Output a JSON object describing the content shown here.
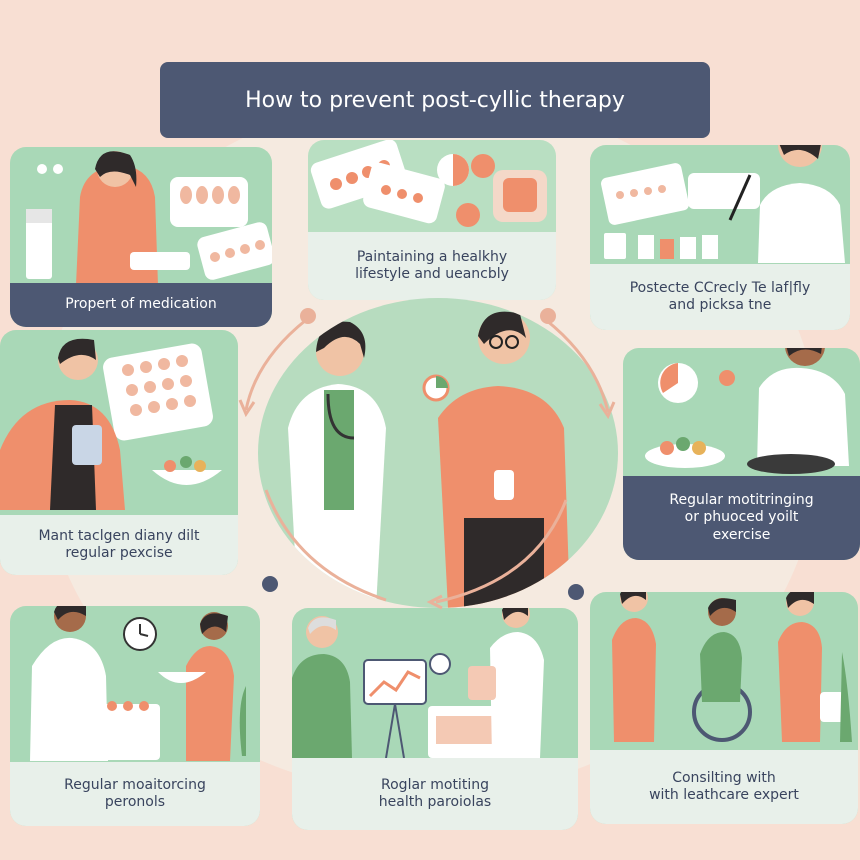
{
  "title": "How to prevent post-cyllic therapy",
  "cards": {
    "c1": "Propert of medication",
    "c2": [
      "Paintaining a healkhy",
      "lifestyle and ueancbly"
    ],
    "c3": [
      "Postecte CCrecly Te laf|fly",
      "and picksa tne"
    ],
    "c4": [
      "Mant taclgen diany dilt",
      "regular pexcise"
    ],
    "c5": [
      "Regular motitringing",
      "or phuoced yoilt",
      "exercise"
    ],
    "c6": [
      "Regular moaitorcing",
      "peronols"
    ],
    "c7": [
      "Roglar motiting",
      "health paroiolas"
    ],
    "c8": [
      "Consilting with",
      "with leathcare expert"
    ]
  },
  "colors": {
    "background": "#f8dfd3",
    "panel": "#a9d8b7",
    "label": "#4d5873",
    "accent": "#ef8f6c",
    "arrow": "#eab19a"
  }
}
